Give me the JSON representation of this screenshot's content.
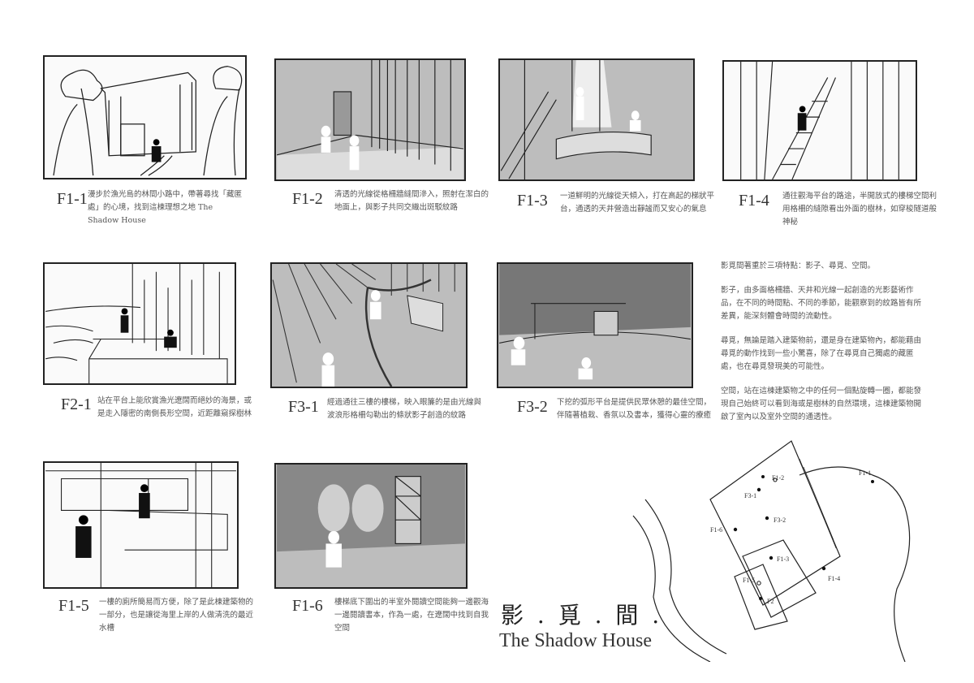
{
  "frames": [
    {
      "id": "F1-1",
      "caption": "漫步於漁光島的林間小路中，帶著尋找「藏匿處」的心境，找到這棟理想之地 The Shadow House"
    },
    {
      "id": "F1-2",
      "caption": "清透的光線從格柵牆縫間滲入，照射在潔白的地面上，與影子共同交織出斑駁紋路"
    },
    {
      "id": "F1-3",
      "caption": "一道鮮明的光線從天傾入，打在高起的梯狀平台，通透的天井營造出靜謐而又安心的氣息"
    },
    {
      "id": "F1-4",
      "caption": "通往觀海平台的路途，半開放式的樓梯空間利用格柵的縫隙看出外面的樹林，如穿梭隧道般神秘"
    },
    {
      "id": "F2-1",
      "caption": "站在平台上能欣賞漁光遼闊而絕妙的海景，或是走入隱密的南側長形空間，近距離窺探樹林"
    },
    {
      "id": "F3-1",
      "caption": "經過通往三樓的樓梯，映入眼簾的是由光線與波浪形格柵勾勒出的條狀影子創造的紋路"
    },
    {
      "id": "F3-2",
      "caption": "下挖的弧形平台是提供民眾休憩的最佳空間，伴隨著植栽、香氛以及書本，獲得心靈的療癒"
    },
    {
      "id": "F1-5",
      "caption": "一樓的廁所簡易而方便，除了是此棟建築物的一部分，也是讓從海里上岸的人做清洗的最近水槽"
    },
    {
      "id": "F1-6",
      "caption": "樓梯底下圍出的半室外閱讀空間能夠一邊觀海一邊閱讀書本，作為一處，在遼闊中找到自我空間"
    }
  ],
  "description": [
    "影覓間著重於三項特點：影子、尋覓、空間。",
    "影子，由多面格柵牆、天井和光線一起創造的光影藝術作品，在不同的時間點、不同的季節，能觀察到的紋路皆有所差異，能深刻體會時間的流動性。",
    "尋覓，無論是踏入建築物前，還是身在建築物內，都能藉由尋覓的動作找到一些小驚喜，除了在尋覓自己獨處的藏匿處，也在尋覓發現美的可能性。",
    "空間，站在這棟建築物之中的任何一個點旋轉一圈，都能發現自己始終可以看到海或是樹林的自然環境，這棟建築物開啟了室內以及室外空間的通透性。"
  ],
  "title": {
    "cn": "影 . 覓 . 間 .",
    "en": "The Shadow House"
  },
  "map_labels": [
    "F1-1",
    "F1-2",
    "F3-1",
    "F3-2",
    "F1-6",
    "F1-3",
    "F1-5",
    "F2",
    "F1-4"
  ]
}
